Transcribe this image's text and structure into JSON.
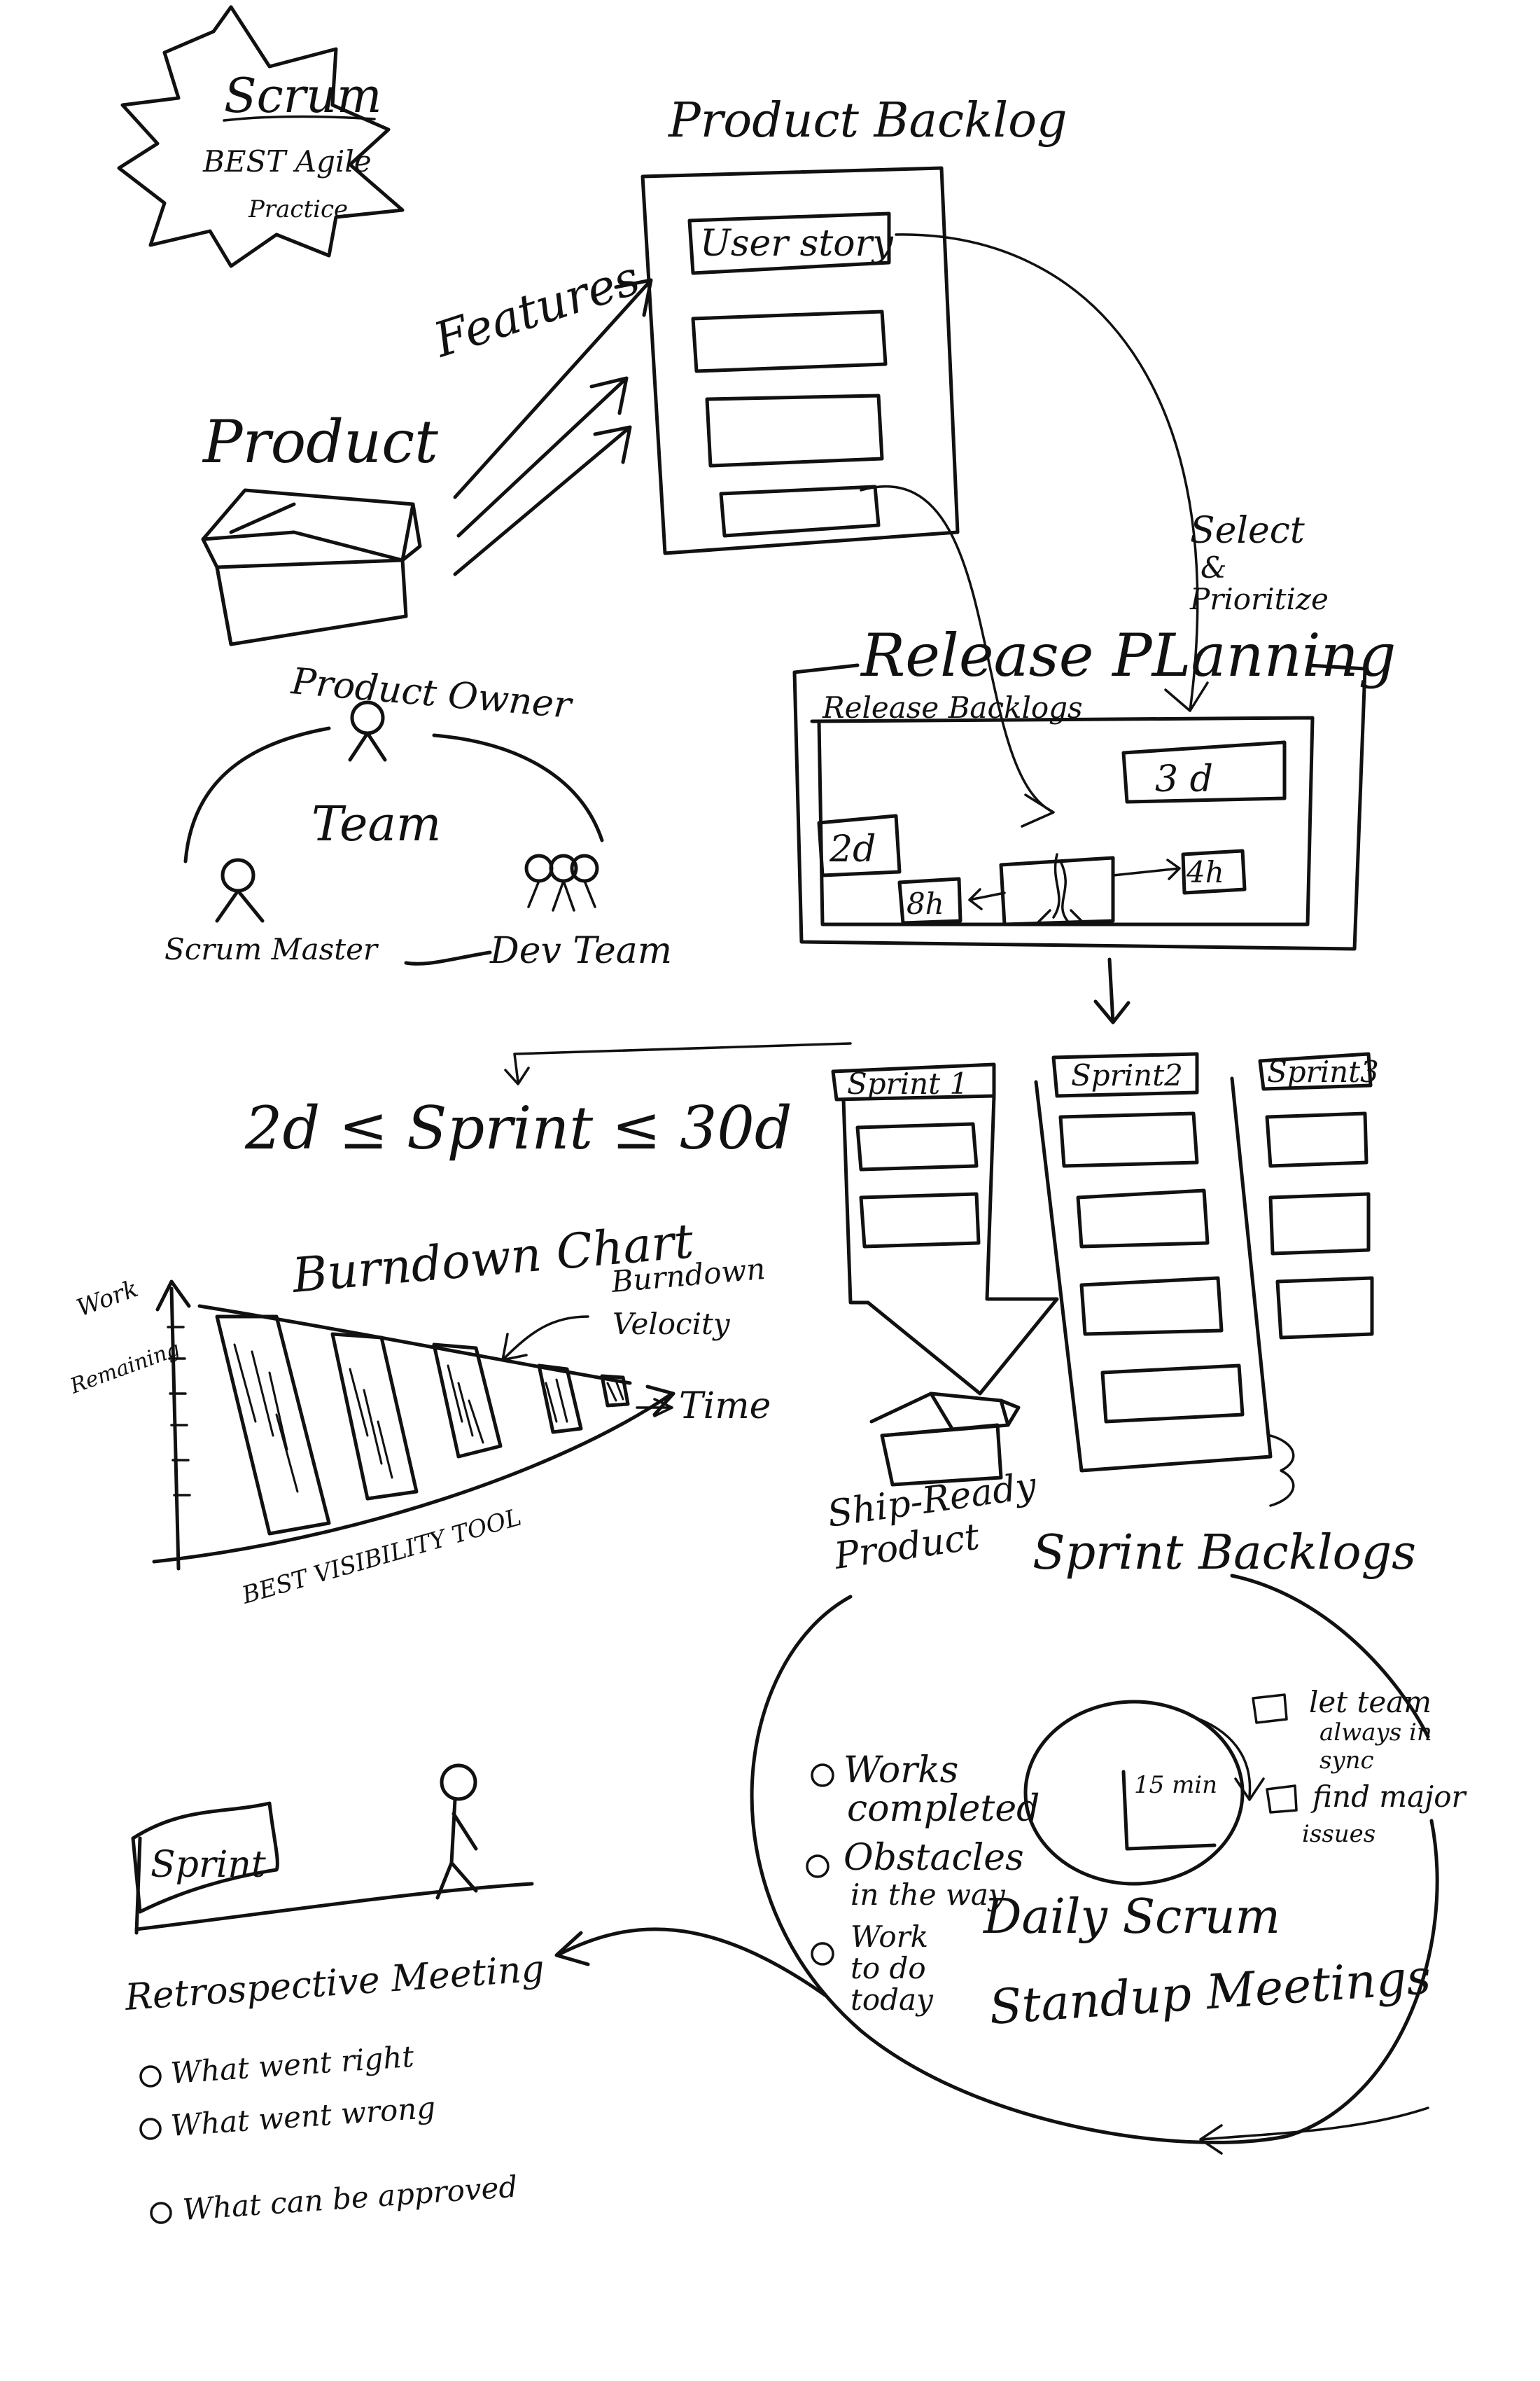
{
  "badge": {
    "line1": "Scrum",
    "line2": "BEST Agile",
    "line3": "Practice"
  },
  "product": {
    "label": "Product"
  },
  "features": {
    "label": "Features"
  },
  "product_backlog": {
    "title": "Product Backlog",
    "item1": "User story"
  },
  "select": {
    "line1": "Select",
    "line2": "&",
    "line3": "Prioritize"
  },
  "team": {
    "product_owner": "Product Owner",
    "team": "Team",
    "scrum_master": "Scrum Master",
    "dev_team": "Dev Team"
  },
  "release": {
    "title": "Release PLanning",
    "backlogs": "Release Backlogs",
    "est_3d": "3 d",
    "est_2d": "2d",
    "est_8h": "8h",
    "est_4h": "4h"
  },
  "sprint_rule": "2d ≤ Sprint ≤ 30d",
  "sprints": {
    "s1": "Sprint 1",
    "s2": "Sprint2",
    "s3": "Sprint3"
  },
  "burndown": {
    "title": "Burndown Chart",
    "ylabel1": "Work",
    "ylabel2": "Remaining",
    "xlabel": "Time",
    "velocity1": "Burndown",
    "velocity2": "Velocity",
    "caption": "BEST VISIBILITY TOOL"
  },
  "ship": {
    "line1": "Ship-Ready",
    "line2": "Product"
  },
  "sprint_backlogs": "Sprint Backlogs",
  "daily": {
    "q1a": "Works",
    "q1b": "completed",
    "q2a": "Obstacles",
    "q2b": "in the way",
    "q3a": "Work",
    "q3b": "to do",
    "q3c": "today",
    "clock": "15 min",
    "b1a": "let team",
    "b1b": "always in",
    "b1c": "sync",
    "b2a": "find major",
    "b2b": "issues",
    "title1": "Daily Scrum",
    "title2": "Standup Meetings"
  },
  "retro": {
    "flag": "Sprint",
    "title": "Retrospective Meeting",
    "q1": "What went right",
    "q2": "What went wrong",
    "q3": "What can be approved"
  }
}
